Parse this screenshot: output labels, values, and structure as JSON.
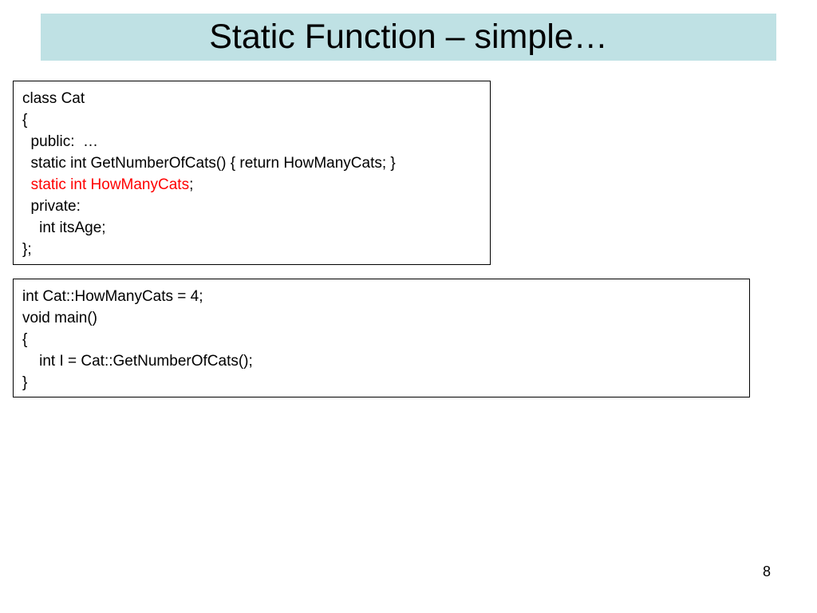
{
  "slide": {
    "title": "Static Function – simple…",
    "page_number": "8",
    "colors": {
      "title_background": "#bfe1e4",
      "highlight_red": "#ff0000",
      "text": "#000000"
    }
  },
  "code_block_1": {
    "lines": [
      "class Cat",
      "{",
      "  public:  …",
      "  static int GetNumberOfCats() { return HowManyCats; }",
      "",
      "  private:",
      "    int itsAge;",
      "};"
    ],
    "highlighted_line": {
      "indent": "  ",
      "red_text": "static int HowManyCats",
      "rest": ";"
    }
  },
  "code_block_2": {
    "lines": [
      "int Cat::HowManyCats = 4;",
      "void main()",
      "{",
      "    int I = Cat::GetNumberOfCats();",
      "}"
    ]
  }
}
